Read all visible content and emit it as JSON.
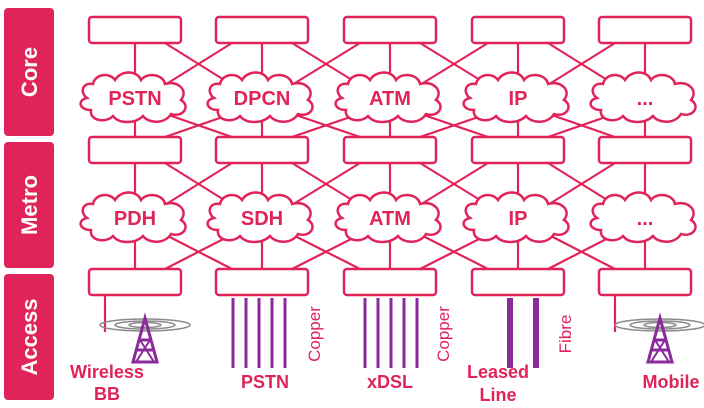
{
  "bands": {
    "core": "Core",
    "metro": "Metro",
    "access": "Access"
  },
  "core_clouds": [
    "PSTN",
    "DPCN",
    "ATM",
    "IP",
    "..."
  ],
  "metro_clouds": [
    "PDH",
    "SDH",
    "ATM",
    "IP",
    "..."
  ],
  "access": {
    "media": [
      "Copper",
      "Copper",
      "Fibre"
    ],
    "services": {
      "wireless": [
        "Wireless",
        "BB"
      ],
      "pstn": "PSTN",
      "xdsl": "xDSL",
      "leased": [
        "Leased",
        "Line"
      ],
      "mobile": "Mobile"
    }
  },
  "colors": {
    "line": "#e0245a",
    "band_fill": "#e0245a",
    "tower": "#8a2a9a",
    "wire": "#8a2a9a"
  }
}
